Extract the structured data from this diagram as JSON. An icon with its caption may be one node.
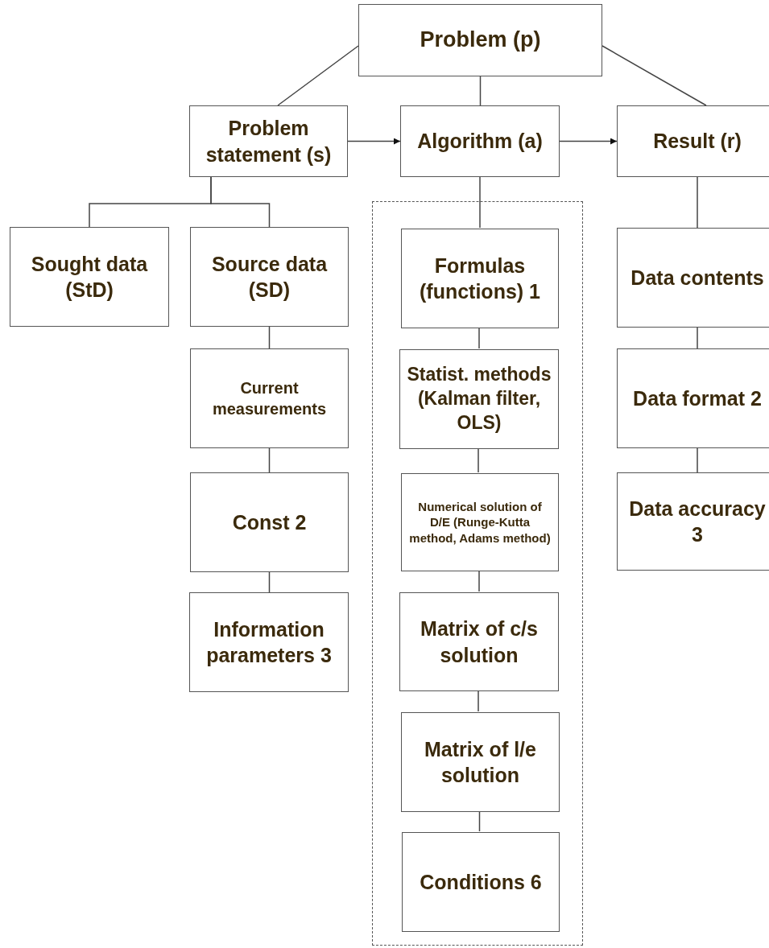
{
  "diagram": {
    "nodes": [
      {
        "text": [
          "Problem (p)"
        ]
      },
      {
        "text": [
          "Problem statement (s)"
        ]
      },
      {
        "text": [
          "Algorithm (a)"
        ]
      },
      {
        "text": [
          "Result (r)"
        ]
      },
      {
        "text": [
          "Sought data (StD)"
        ]
      },
      {
        "text": [
          "Source data (SD)"
        ]
      },
      {
        "text": [
          "Current measurements"
        ]
      },
      {
        "text": [
          "Const 2"
        ]
      },
      {
        "text": [
          "Information parameters 3"
        ]
      },
      {
        "text": [],
        "shape": "box"
      },
      {
        "text": [
          "Formulas (functions) 1"
        ],
        "in": 9
      },
      {
        "text": [
          "Statist. methods (Kalman filter, OLS)"
        ],
        "in": 9
      },
      {
        "text": [
          "Numerical solution of D/E (Runge-Kutta method, Adams method)"
        ],
        "in": 9
      },
      {
        "text": [
          "Matrix of c/s solution"
        ],
        "in": 9
      },
      {
        "text": [
          "Matrix of l/e solution"
        ],
        "in": 9
      },
      {
        "text": [
          "Conditions 6"
        ],
        "in": 9
      },
      {
        "text": [
          "Data contents"
        ]
      },
      {
        "text": [
          "Data format 2"
        ]
      },
      {
        "text": [
          "Data accuracy 3"
        ]
      }
    ],
    "edges": [
      {
        "from": 0,
        "to": 1,
        "arrow": "none"
      },
      {
        "from": 0,
        "to": 2,
        "arrow": "none"
      },
      {
        "from": 0,
        "to": 3,
        "arrow": "none"
      },
      {
        "from": 1,
        "to": 2,
        "arrow": "to"
      },
      {
        "from": 2,
        "to": 3,
        "arrow": "to"
      },
      {
        "from": 1,
        "to": 4,
        "arrow": "none"
      },
      {
        "from": 1,
        "to": 5,
        "arrow": "none"
      },
      {
        "from": 5,
        "to": 6,
        "arrow": "none"
      },
      {
        "from": 6,
        "to": 7,
        "arrow": "none"
      },
      {
        "from": 7,
        "to": 8,
        "arrow": "none"
      },
      {
        "from": 2,
        "to": 10,
        "arrow": "none"
      },
      {
        "from": 10,
        "to": 11,
        "arrow": "none"
      },
      {
        "from": 11,
        "to": 12,
        "arrow": "none"
      },
      {
        "from": 12,
        "to": 13,
        "arrow": "none"
      },
      {
        "from": 13,
        "to": 14,
        "arrow": "none"
      },
      {
        "from": 14,
        "to": 15,
        "arrow": "none"
      },
      {
        "from": 3,
        "to": 16,
        "arrow": "none"
      },
      {
        "from": 16,
        "to": 17,
        "arrow": "none"
      },
      {
        "from": 17,
        "to": 18,
        "arrow": "none"
      }
    ]
  }
}
